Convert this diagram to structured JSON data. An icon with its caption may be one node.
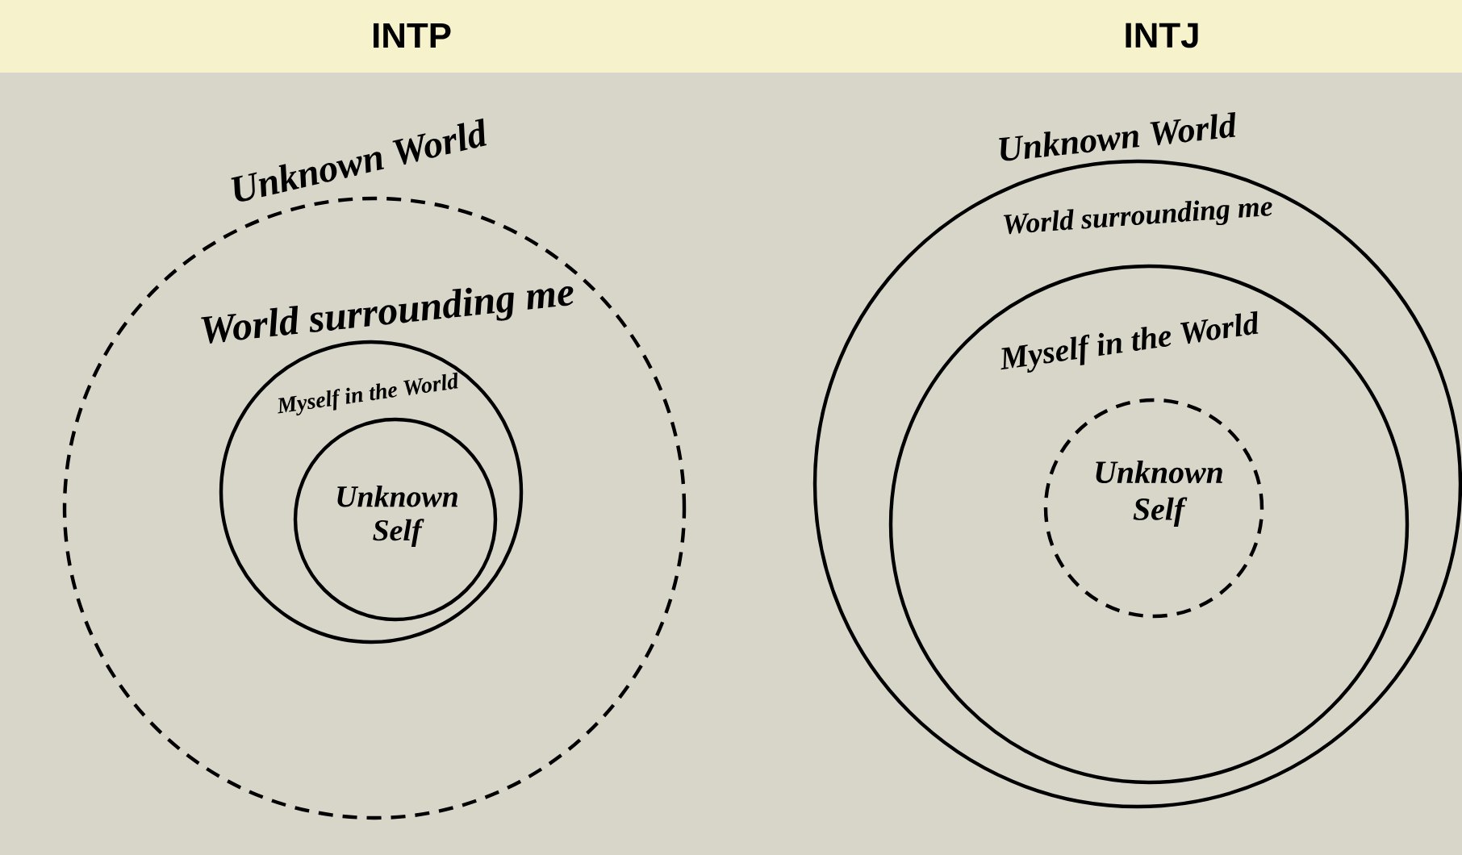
{
  "diagram": {
    "nodes": [
      {
        "text": [
          "Unknown World",
          "World surrounding me"
        ]
      },
      {
        "text": [
          "Myself in the World"
        ],
        "in": 0
      },
      {
        "text": [
          "Unknown Self"
        ],
        "in": 1
      },
      {
        "text": [
          "Unknown World",
          "World surrounding me"
        ]
      },
      {
        "text": [
          "Myself in the World"
        ],
        "in": 3
      },
      {
        "text": [
          "Unknown Self"
        ],
        "in": 4
      }
    ],
    "labels": [
      "INTP",
      "INTJ"
    ]
  }
}
